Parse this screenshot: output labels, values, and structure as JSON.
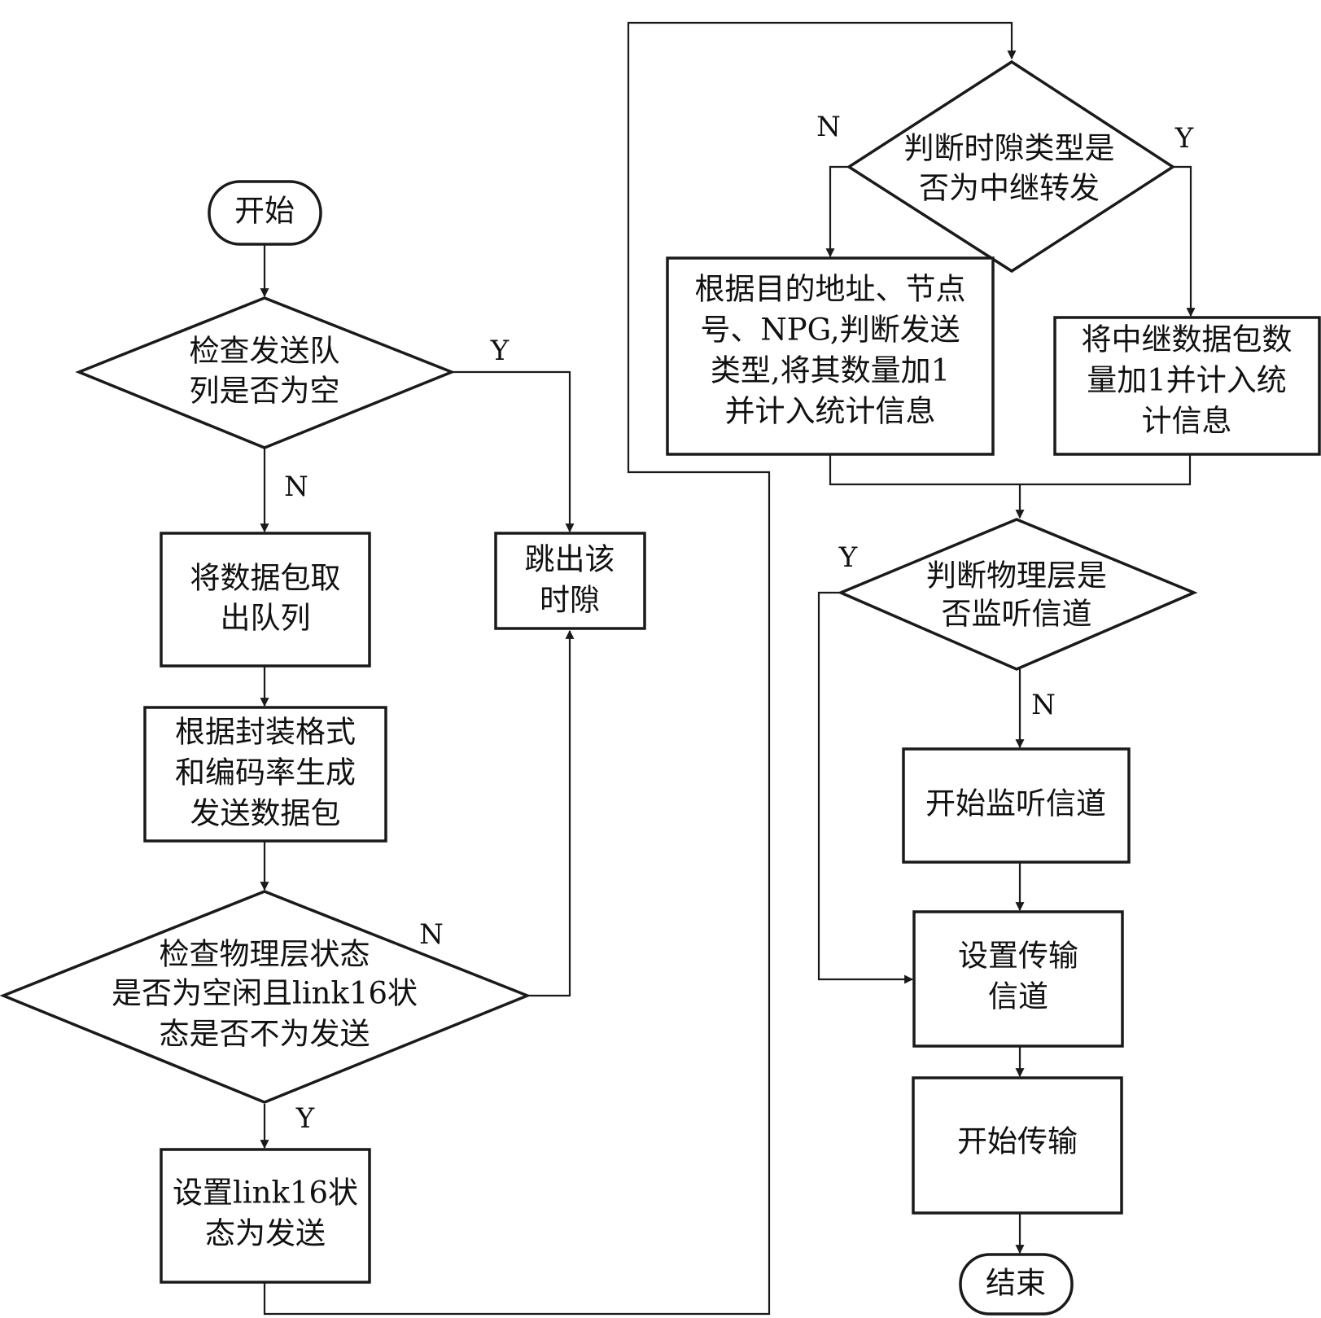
{
  "nodes": {
    "start": "开始",
    "check_queue": [
      "检查发送队",
      "列是否为空"
    ],
    "dequeue": [
      "将数据包取",
      "出队列"
    ],
    "encapsulate": [
      "根据封装格式",
      "和编码率生成",
      "发送数据包"
    ],
    "check_phy": [
      "检查物理层状态",
      "是否为空闲且link16状",
      "态是否不为发送"
    ],
    "set_state": [
      "设置link16状",
      "态为发送"
    ],
    "skip_slot": [
      "跳出该",
      "时隙"
    ],
    "slot_type": [
      "判断时隙类型是",
      "否为中继转发"
    ],
    "determine_type": [
      "根据目的地址、节点",
      "号、NPG,判断发送",
      "类型,将其数量加1",
      "并计入统计信息"
    ],
    "relay_count": [
      "将中继数据包数",
      "量加1并计入统",
      "计信息"
    ],
    "phy_listen": [
      "判断物理层是",
      "否监听信道"
    ],
    "start_listen": "开始监听信道",
    "set_channel": [
      "设置传输",
      "信道"
    ],
    "start_transmit": "开始传输",
    "end": "结束"
  },
  "labels": {
    "queue_yes": "Y",
    "queue_no": "N",
    "phy_no": "N",
    "phy_yes": "Y",
    "slot_no": "N",
    "slot_yes": "Y",
    "listen_yes": "Y",
    "listen_no": "N"
  }
}
